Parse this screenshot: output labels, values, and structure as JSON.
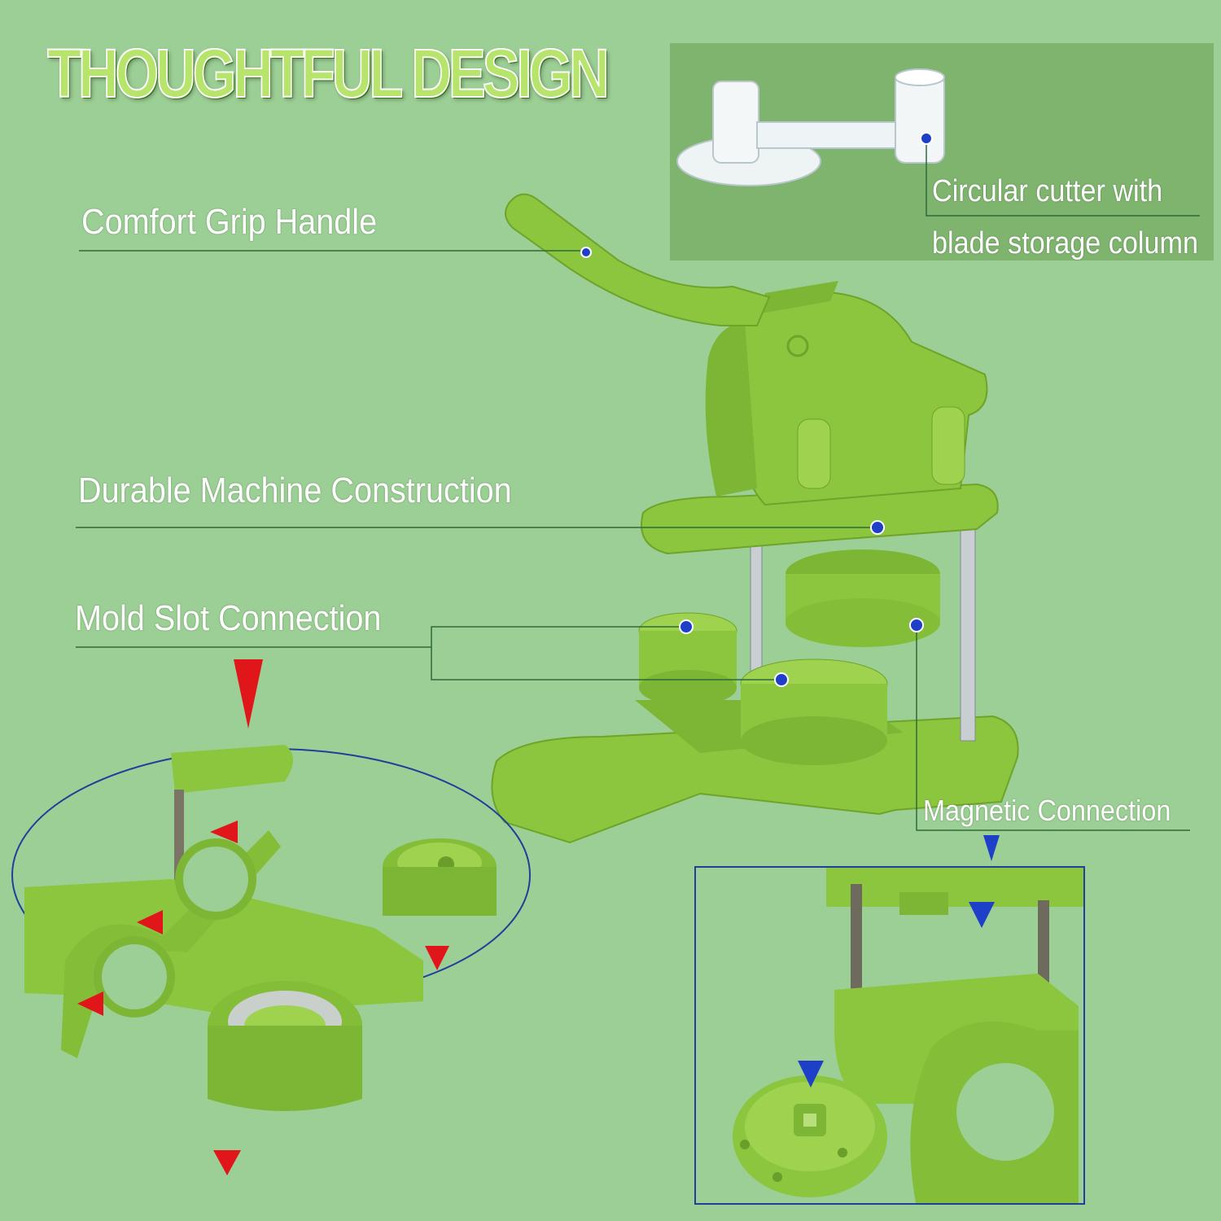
{
  "title": "THOUGHTFUL DESIGN",
  "callouts": {
    "handle": "Comfort Grip Handle",
    "construction": "Durable Machine Construction",
    "mold_slot": "Mold Slot Connection",
    "magnetic": "Magnetic Connection",
    "cutter_line1": "Circular cutter with",
    "cutter_line2": "blade storage column"
  },
  "colors": {
    "background": "#9ccf95",
    "inset_panel": "#7fb46f",
    "machine_green": "#8cc63f",
    "leader_line": "#2e6a3a",
    "marker_dot": "#1e40c8",
    "arrow_red": "#e0161b",
    "arrow_blue": "#1e40c8",
    "detail_border": "#1e3f9a"
  }
}
